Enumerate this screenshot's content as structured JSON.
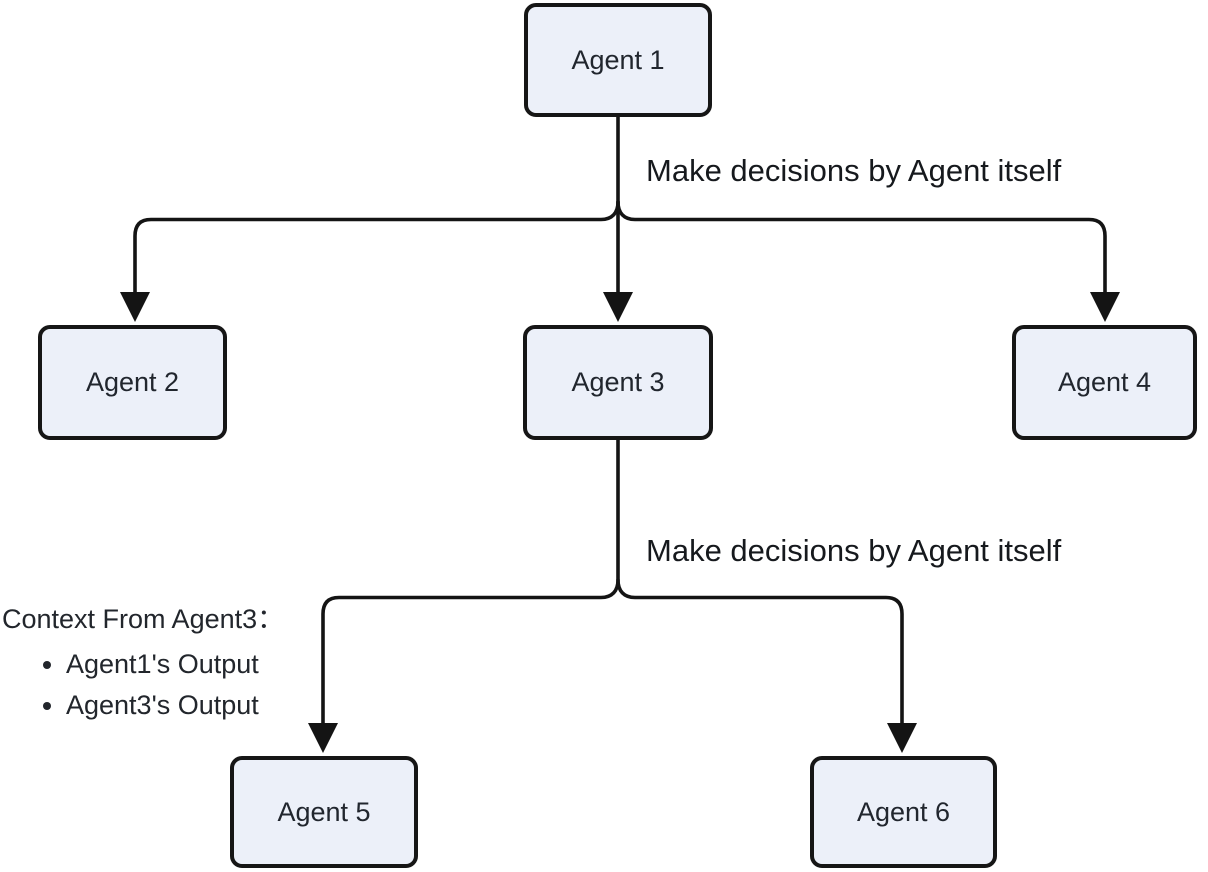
{
  "diagram": {
    "nodes": [
      {
        "id": "agent1",
        "label": "Agent 1"
      },
      {
        "id": "agent2",
        "label": "Agent 2"
      },
      {
        "id": "agent3",
        "label": "Agent 3"
      },
      {
        "id": "agent4",
        "label": "Agent 4"
      },
      {
        "id": "agent5",
        "label": "Agent 5"
      },
      {
        "id": "agent6",
        "label": "Agent 6"
      }
    ],
    "edge_labels": [
      {
        "text": "Make decisions by Agent itself"
      },
      {
        "text": "Make decisions by Agent itself"
      }
    ],
    "context_note": {
      "title": "Context From Agent3：",
      "items": [
        "Agent1's Output",
        "Agent3's Output"
      ]
    },
    "colors": {
      "node_fill": "#ECF0F9",
      "node_border": "#161616",
      "line": "#141414",
      "text": "#21262E",
      "background": "#FFFFFF"
    }
  }
}
